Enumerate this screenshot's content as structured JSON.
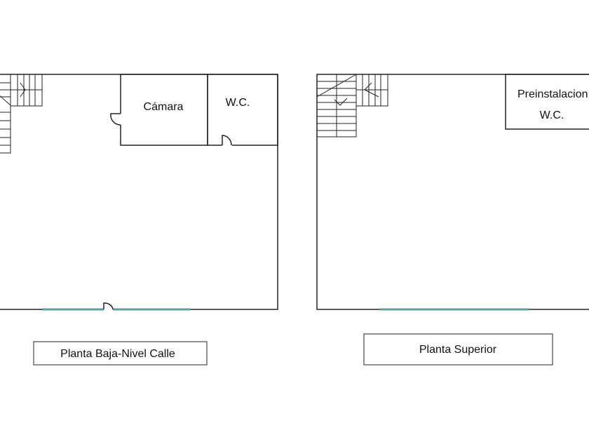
{
  "plans": [
    {
      "title": "Planta Baja-Nivel Calle",
      "rooms": [
        {
          "label": "Cámara"
        },
        {
          "label": "W.C."
        }
      ]
    },
    {
      "title": "Planta Superior",
      "rooms": [
        {
          "label": "Preinstalacion",
          "label2": "W.C."
        }
      ]
    }
  ],
  "colors": {
    "walls": "#222222",
    "windows": "#5a9ea0"
  }
}
